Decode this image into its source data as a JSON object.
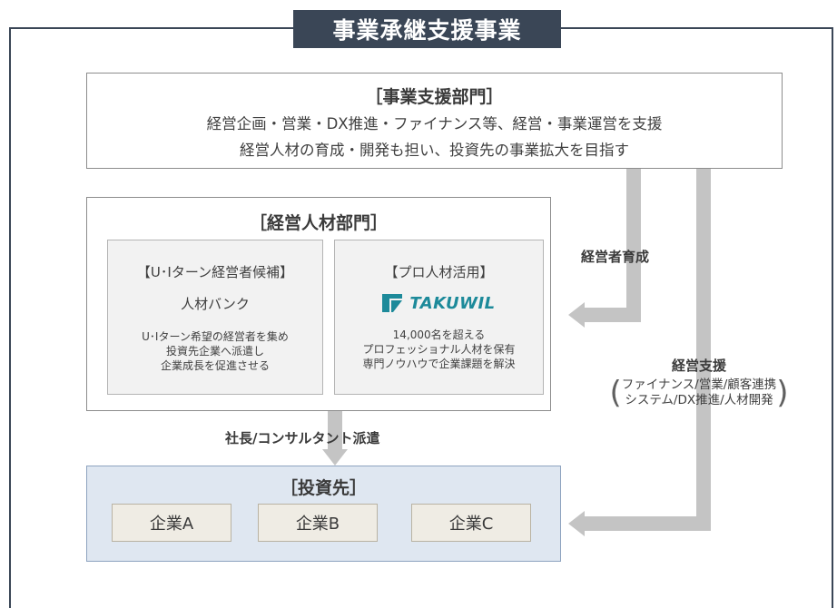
{
  "title": "事業承継支援事業",
  "top_dept": {
    "heading": "［事業支援部門］",
    "line1": "経営企画・営業・DX推進・ファイナンス等、経営・事業運営を支援",
    "line2": "経営人材の育成・開発も担い、投資先の事業拡大を目指す"
  },
  "mid_dept": {
    "heading": "［経営人材部門］",
    "left_card": {
      "title": "【U･Iターン経営者候補】",
      "name": "人材バンク",
      "desc1": "U･Iターン希望の経営者を集め",
      "desc2": "投資先企業へ派遣し",
      "desc3": "企業成長を促進させる"
    },
    "right_card": {
      "title": "【プロ人材活用】",
      "logo_text": "TAKUWIL",
      "desc1": "14,000名を超える",
      "desc2": "プロフェッショナル人材を保有",
      "desc3": "専門ノウハウで企業課題を解決"
    }
  },
  "investee": {
    "heading": "［投資先］",
    "companies": [
      "企業A",
      "企業B",
      "企業C"
    ]
  },
  "arrows": {
    "training_label": "経営者育成",
    "support_label": "経営支援",
    "support_sub1": "ファイナンス/営業/顧客連携",
    "support_sub2": "システム/DX推進/人材開発",
    "dispatch_label": "社長/コンサルタント派遣"
  },
  "colors": {
    "title_bg": "#3a4656",
    "arrow": "#c4c4c4",
    "investee_bg": "#dfe7f1",
    "company_bg": "#efece4",
    "logo": "#1d8a9a"
  }
}
